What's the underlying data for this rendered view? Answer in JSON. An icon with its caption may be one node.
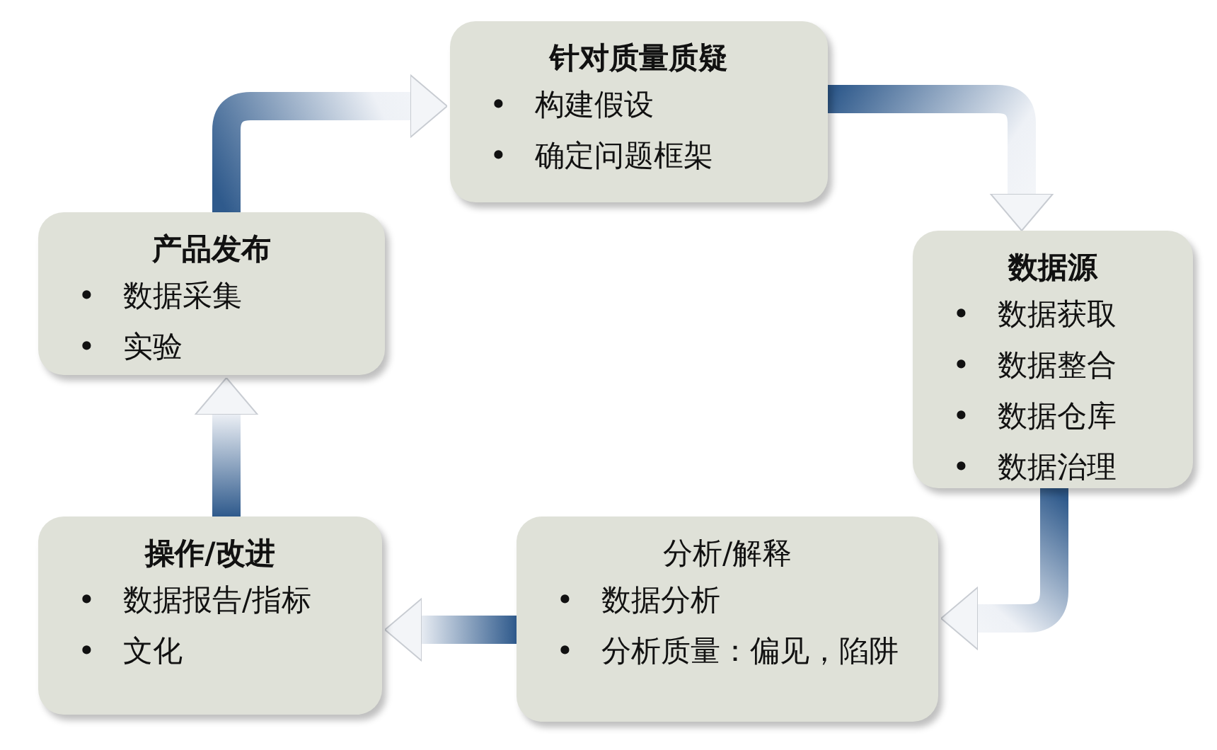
{
  "diagram": {
    "nodes": [
      {
        "text": [
          "针对质量质疑",
          "•",
          "构建假设",
          "•",
          "确定问题框架"
        ]
      },
      {
        "text": [
          "数据源",
          "•",
          "数据获取",
          "•",
          "数据整合",
          "•",
          "数据仓库",
          "•",
          "数据治理"
        ]
      },
      {
        "text": [
          "分析/解释",
          "•",
          "数据分析",
          "•",
          "分析质量：偏见，陷阱"
        ]
      },
      {
        "text": [
          "操作/改进",
          "•",
          "数据报告/指标",
          "•",
          "文化"
        ]
      },
      {
        "text": [
          "产品发布",
          "•",
          "数据采集",
          "•",
          "实验"
        ]
      }
    ],
    "edges": [
      {
        "from": 0,
        "to": 1,
        "arrow": "to"
      },
      {
        "from": 1,
        "to": 2,
        "arrow": "to"
      },
      {
        "from": 2,
        "to": 3,
        "arrow": "to"
      },
      {
        "from": 3,
        "to": 4,
        "arrow": "to"
      },
      {
        "from": 4,
        "to": 0,
        "arrow": "to"
      }
    ]
  }
}
